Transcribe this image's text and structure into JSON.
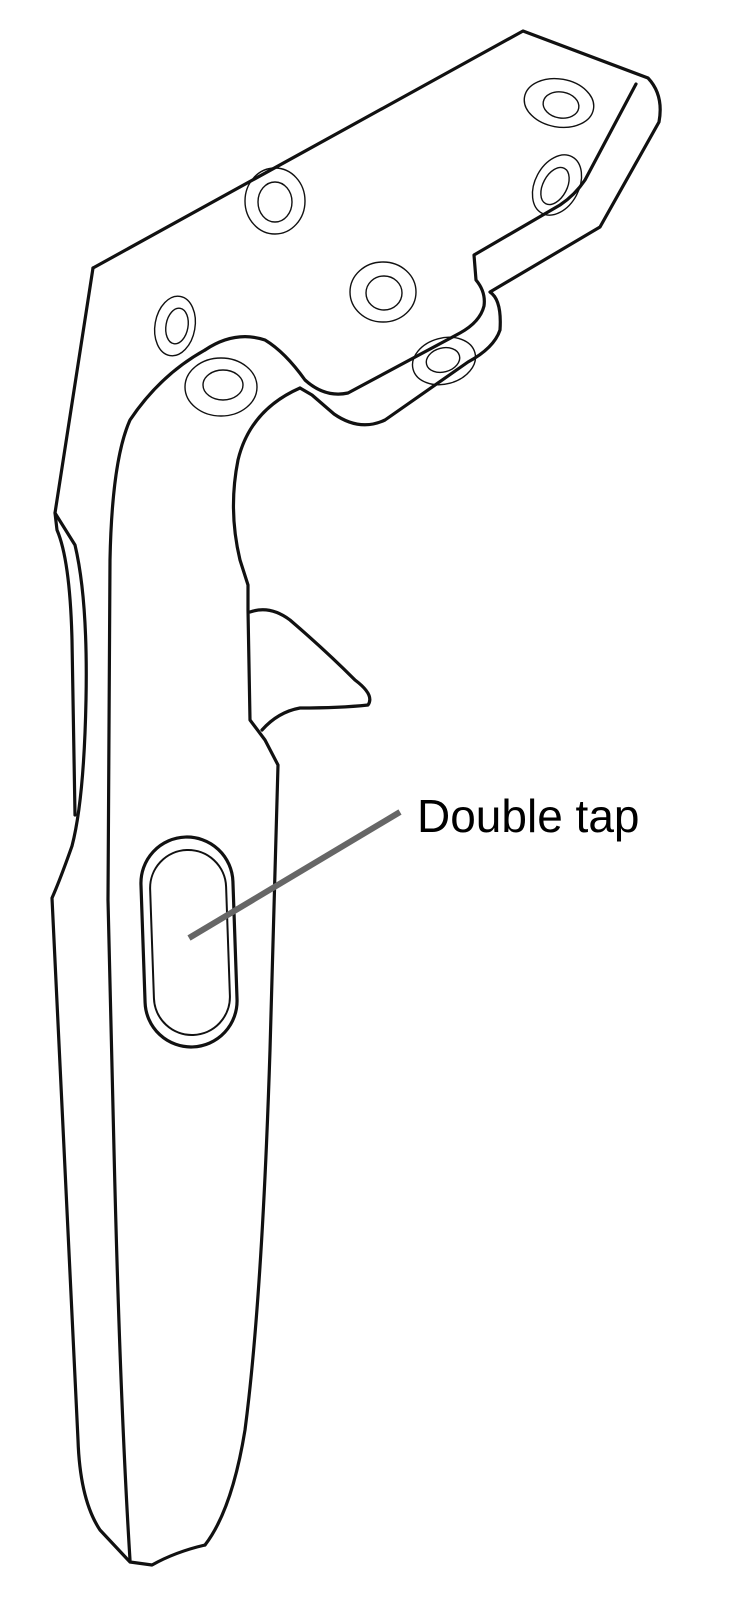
{
  "callout": {
    "label": "Double tap"
  },
  "colors": {
    "background": "#ffffff",
    "outline": "#111111",
    "leader_line": "#666666",
    "label_text": "#000000"
  },
  "parts": {
    "mount_holes": 7,
    "touch_pad": "double-tap-pad",
    "icon_names": [
      "controller-body-outline",
      "trigger",
      "mount-hole",
      "touch-pad"
    ]
  }
}
